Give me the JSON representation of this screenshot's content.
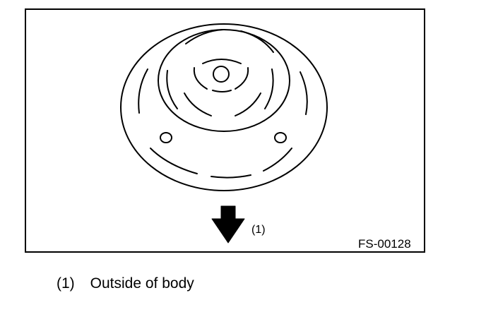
{
  "figure": {
    "code": "FS-00128",
    "callout_number": "(1)",
    "arrow_icon": "down-arrow-icon"
  },
  "legend": [
    {
      "number": "(1)",
      "text": "Outside of body"
    }
  ]
}
